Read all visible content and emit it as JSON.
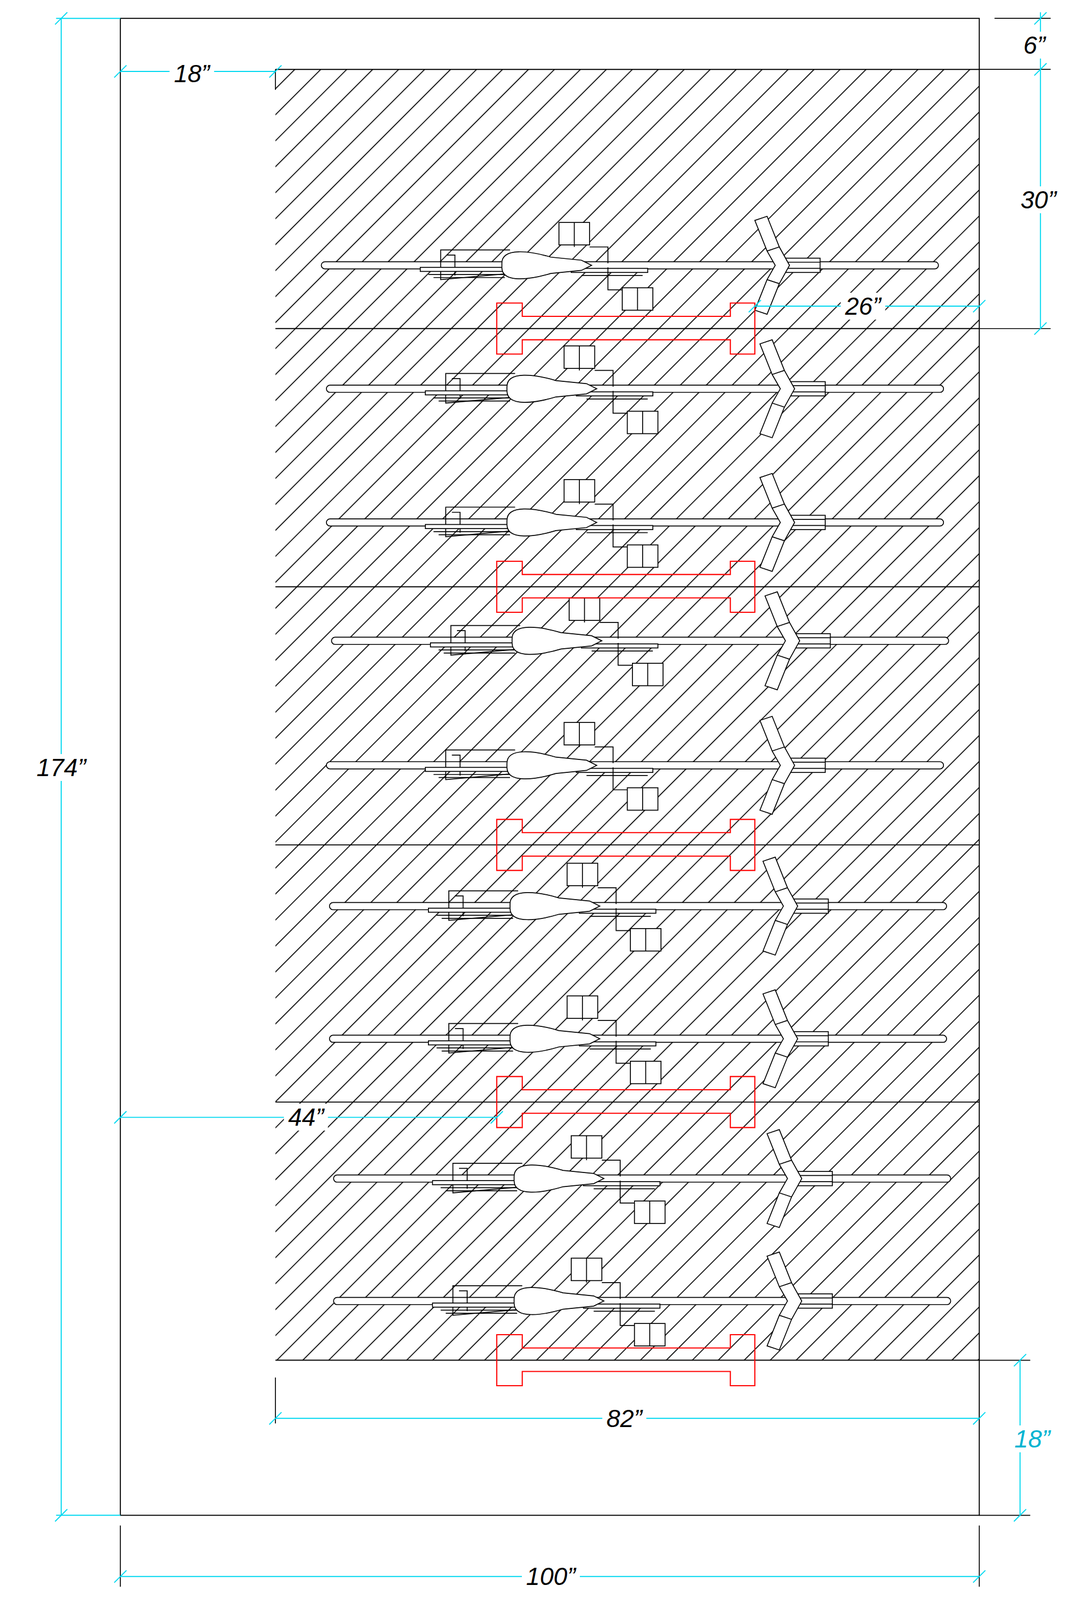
{
  "diagram": {
    "labels": [
      "6”",
      "18”",
      "30”",
      "26”",
      "174”",
      "44”",
      "82”",
      "18”",
      "100”"
    ]
  }
}
